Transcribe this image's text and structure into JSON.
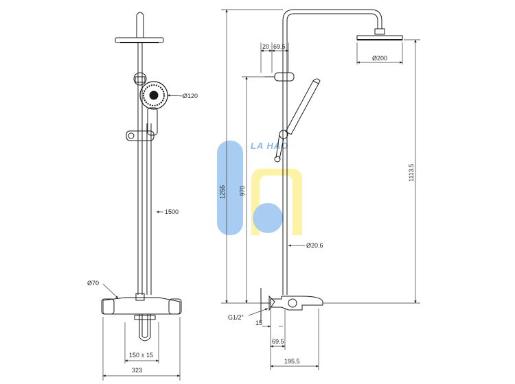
{
  "front_view": {
    "dims": {
      "head_diameter": "Ø120",
      "rail_length": "1500",
      "valve_diameter": "Ø70",
      "centers": "150 ± 15",
      "total_width": "323"
    }
  },
  "side_view": {
    "dims": {
      "offset_a": "20",
      "offset_b": "69.5",
      "rain_head_diameter": "Ø200",
      "total_height": "1255",
      "bracket_height": "970",
      "head_height": "1113.5",
      "pipe_diameter": "Ø20.6",
      "inlet_thread": "G1/2\"",
      "wall_offset": "15",
      "body_offset": "69.5",
      "projection": "195.5"
    }
  },
  "watermark": {
    "text": "LA HAO",
    "colors": {
      "blue": "#a9cdf2",
      "yellow": "#fdf3a6",
      "text": "#8cb8ea"
    }
  },
  "colors": {
    "line": "#1a1a1a",
    "dim_line": "#333333"
  }
}
